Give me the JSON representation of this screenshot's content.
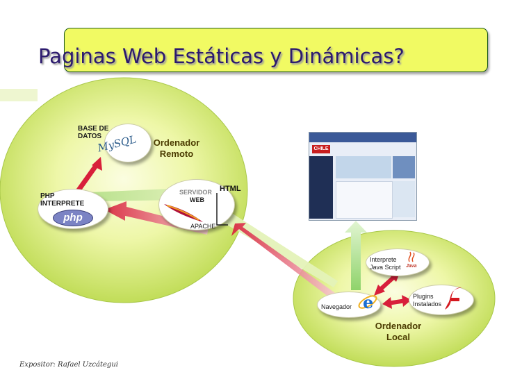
{
  "title": "Paginas Web Estáticas y Dinámicas?",
  "remote": {
    "label_line1": "Ordenador",
    "label_line2": "Remoto",
    "database_line1": "BASE DE",
    "database_line2": "DATOS",
    "database_logo": "MySQL",
    "php_line1": "PHP",
    "php_line2": "INTERPRETE",
    "php_logo": "php",
    "server_line1": "SERVIDOR",
    "server_line2": "WEB",
    "apache": "APACHE",
    "html": "HTML"
  },
  "local": {
    "label_line1": "Ordenador",
    "label_line2": "Local",
    "browser": "Navegador",
    "js_line1": "Interprete",
    "js_line2": "Java Script",
    "java_logo": "Java",
    "plugins_line1": "Plugins",
    "plugins_line2": "Instalados"
  },
  "webpage_logo": "CHILE",
  "footer": "Expositor: Rafael Uzcátegui",
  "icons": [
    "mysql-dolphin-icon",
    "php-logo-icon",
    "apache-feather-icon",
    "internet-explorer-icon",
    "java-cup-icon",
    "flash-icon"
  ],
  "colors": {
    "banner": "#f1fa63",
    "title": "#2c1a6e",
    "ellipse_fill": "#c8e050",
    "arrow_red": "#d81f3a",
    "arrow_green": "#9fd86a"
  }
}
